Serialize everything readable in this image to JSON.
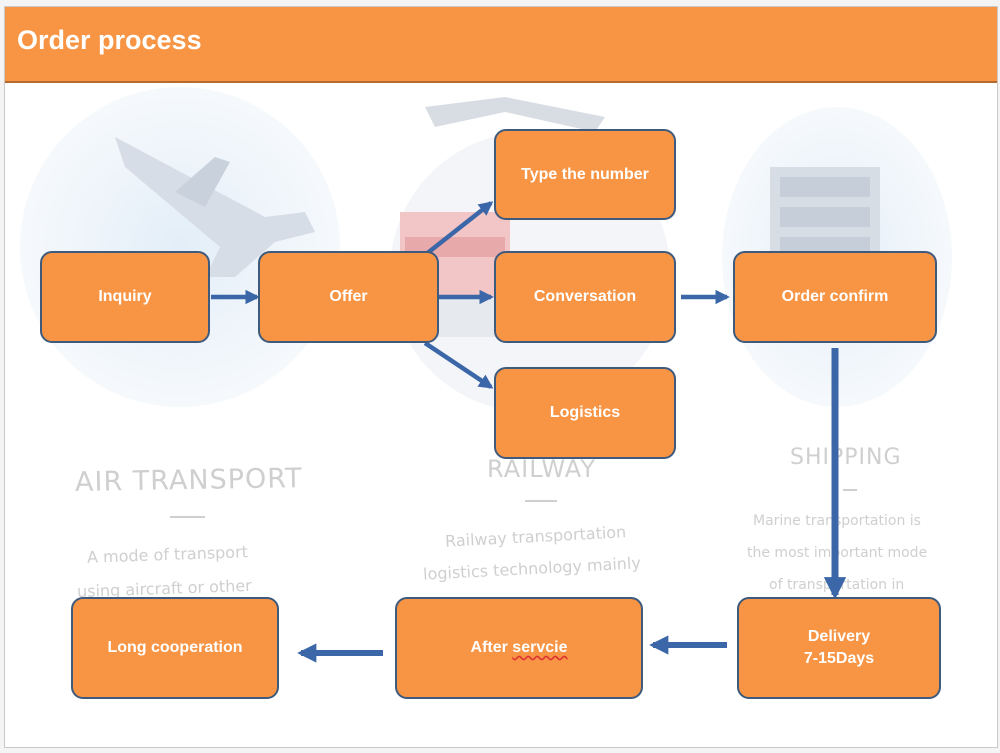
{
  "header": {
    "title": "Order process"
  },
  "background": {
    "air": {
      "title": "AIR TRANSPORT",
      "line1": "A mode of transport",
      "line2": "using aircraft or other"
    },
    "railway": {
      "title": "RAILWAY",
      "line1": "Railway transportation",
      "line2": "logistics technology mainly"
    },
    "shipping": {
      "title": "SHIPPING",
      "line1": "Marine transportation is",
      "line2": "the most important mode",
      "line3": "of transportation in"
    }
  },
  "nodes": {
    "inquiry": "Inquiry",
    "offer": "Offer",
    "type_number": "Type the number",
    "conversation": "Conversation",
    "logistics": "Logistics",
    "order_confirm": "Order confirm",
    "delivery_line1": "Delivery",
    "delivery_line2": "7-15Days",
    "after_service_prefix": "After ",
    "after_service_word": "servcie",
    "long_cooperation": "Long cooperation"
  },
  "colors": {
    "header": "#f79545",
    "node_fill": "#f79545",
    "node_border": "#3e5a7d",
    "arrow": "#3b66a8"
  }
}
